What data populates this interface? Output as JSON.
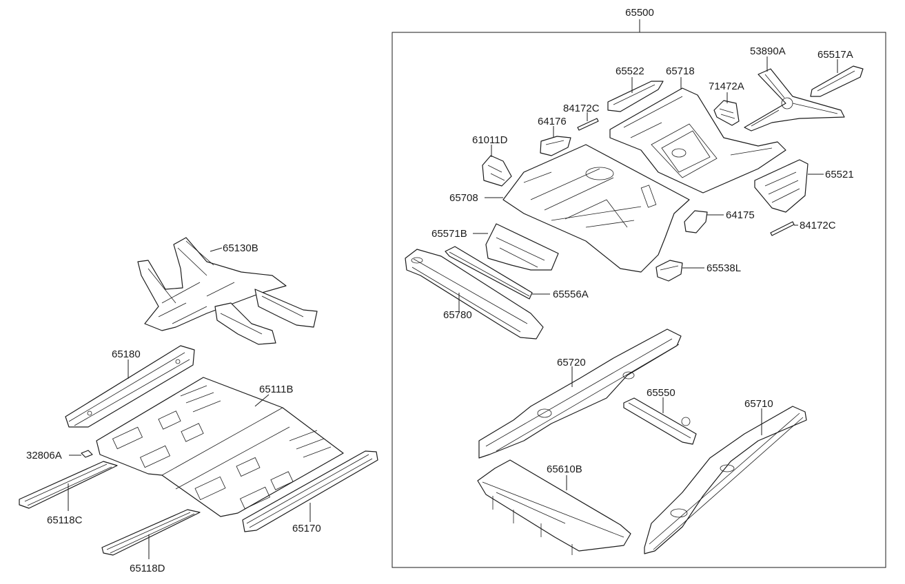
{
  "diagram": {
    "group_label": "65500",
    "parts": [
      {
        "id": "65130B",
        "label": "65130B"
      },
      {
        "id": "65180",
        "label": "65180"
      },
      {
        "id": "65111B",
        "label": "65111B"
      },
      {
        "id": "32806A",
        "label": "32806A"
      },
      {
        "id": "65118C",
        "label": "65118C"
      },
      {
        "id": "65118D",
        "label": "65118D"
      },
      {
        "id": "65170",
        "label": "65170"
      },
      {
        "id": "65522",
        "label": "65522"
      },
      {
        "id": "65718",
        "label": "65718"
      },
      {
        "id": "71472A",
        "label": "71472A"
      },
      {
        "id": "53890A",
        "label": "53890A"
      },
      {
        "id": "65517A",
        "label": "65517A"
      },
      {
        "id": "84172C_top",
        "label": "84172C"
      },
      {
        "id": "64176",
        "label": "64176"
      },
      {
        "id": "61011D",
        "label": "61011D"
      },
      {
        "id": "65521",
        "label": "65521"
      },
      {
        "id": "65708",
        "label": "65708"
      },
      {
        "id": "64175",
        "label": "64175"
      },
      {
        "id": "84172C_right",
        "label": "84172C"
      },
      {
        "id": "65571B",
        "label": "65571B"
      },
      {
        "id": "65538L",
        "label": "65538L"
      },
      {
        "id": "65556A",
        "label": "65556A"
      },
      {
        "id": "65780",
        "label": "65780"
      },
      {
        "id": "65720",
        "label": "65720"
      },
      {
        "id": "65550",
        "label": "65550"
      },
      {
        "id": "65710",
        "label": "65710"
      },
      {
        "id": "65610B",
        "label": "65610B"
      }
    ]
  }
}
